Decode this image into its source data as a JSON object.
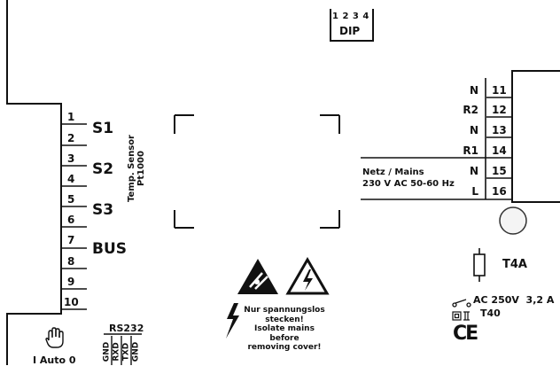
{
  "dip": {
    "numbers": "1 2 3 4",
    "label": "DIP"
  },
  "left_terminals": [
    "1",
    "2",
    "3",
    "4",
    "5",
    "6",
    "7",
    "8",
    "9",
    "10"
  ],
  "left_signals": {
    "s1": "S1",
    "s2": "S2",
    "s3": "S3",
    "bus": "BUS"
  },
  "sensor_label": {
    "line1": "Temp. Sensor",
    "line2": "Pt1000"
  },
  "right_terminals": [
    {
      "name": "N",
      "num": "11"
    },
    {
      "name": "R2",
      "num": "12"
    },
    {
      "name": "N",
      "num": "13"
    },
    {
      "name": "R1",
      "num": "14"
    },
    {
      "name": "N",
      "num": "15"
    },
    {
      "name": "L",
      "num": "16"
    }
  ],
  "mains": {
    "line1": "Netz / Mains",
    "line2": "230 V AC 50-60 Hz"
  },
  "fuse": {
    "label": "T4A"
  },
  "rating": {
    "relay": "AC 250V  3,2 A",
    "temp": "T40"
  },
  "ce_mark": "CE",
  "warning": {
    "line1": "Nur spannungslos",
    "line2": "stecken!",
    "line3": "Isolate mains before",
    "line4": "removing cover!"
  },
  "rs232": {
    "title": "RS232",
    "pins": [
      "GND",
      "RXD",
      "TXD",
      "GND"
    ]
  },
  "hand_label": "I Auto 0"
}
